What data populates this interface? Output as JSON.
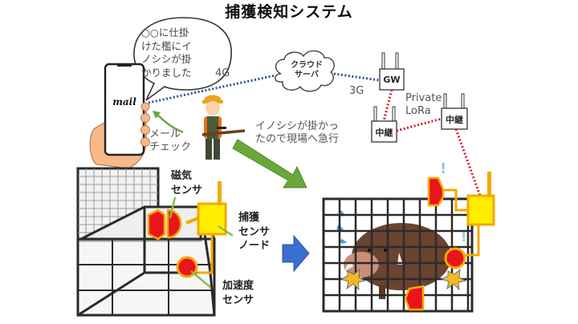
{
  "title": "捕獲検知システム",
  "notification_bubble": {
    "lines": [
      "○○に仕掛",
      "けた檻にイ",
      "ノシシが掛",
      "かりました"
    ]
  },
  "phone": {
    "screen_text": "mail",
    "caption_lines": [
      "メール",
      "チェック"
    ]
  },
  "network": {
    "link_4g": "4G",
    "link_3g": "3G",
    "cloud_lines": [
      "クラウド",
      "サーバ"
    ],
    "gateway_label": "GW",
    "relay_label": "中継",
    "lora_lines": [
      "Private",
      "LoRa"
    ]
  },
  "hunter": {
    "caption_lines": [
      "イノシシが掛かっ",
      "たので現場へ急行"
    ]
  },
  "trap_setup": {
    "magnetic_sensor_lines": [
      "磁気",
      "センサ"
    ],
    "capture_node_lines": [
      "捕獲",
      "センサ",
      "ノード"
    ],
    "accel_sensor_lines": [
      "加速度",
      "センサ"
    ]
  },
  "colors": {
    "sensor_red": "#e8151b",
    "sensor_border": "#f5a800",
    "node_yellow": "#ffee00",
    "arrow_green": "#6aa83a",
    "arrow_blue": "#3a6fcf",
    "link_blue": "#2f4f9a",
    "link_red": "#d81f26",
    "cage_dark": "#2b2b2b",
    "boar_brown": "#6b4330"
  },
  "alert_mark": "!"
}
